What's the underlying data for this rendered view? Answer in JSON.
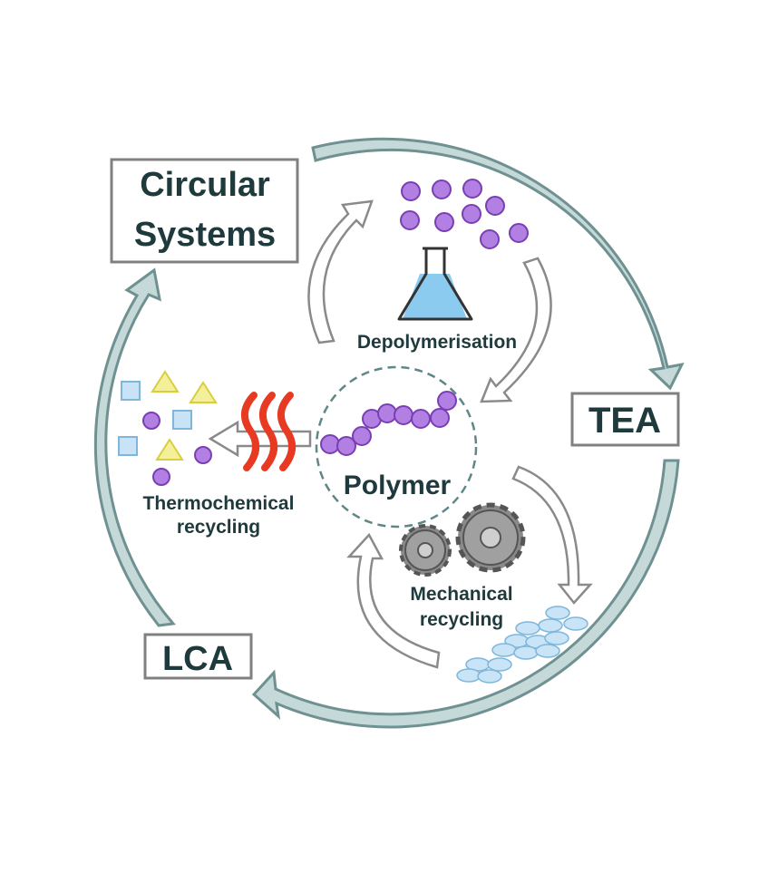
{
  "labels": {
    "circular_line1": "Circular",
    "circular_line2": "Systems",
    "tea": "TEA",
    "lca": "LCA",
    "depolymerisation": "Depolymerisation",
    "polymer": "Polymer",
    "thermochemical_line1": "Thermochemical",
    "thermochemical_line2": "recycling",
    "mechanical_line1": "Mechanical",
    "mechanical_line2": "recycling"
  },
  "colors": {
    "outer_cycle": "#c5d9d9",
    "outer_cycle_stroke": "#6f9191",
    "inner_arrow_stroke": "#8a8a8a",
    "monomer": "#b27fe3",
    "monomer_stroke": "#7a3fb3",
    "flask_liquid": "#8ccbf0",
    "heat": "#e83a23",
    "triangle": "#f4ef9a",
    "square": "#c7e3f5",
    "gear": "#9a9a9a",
    "pellet": "#c9e4f7",
    "text": "#1f3a3d"
  }
}
